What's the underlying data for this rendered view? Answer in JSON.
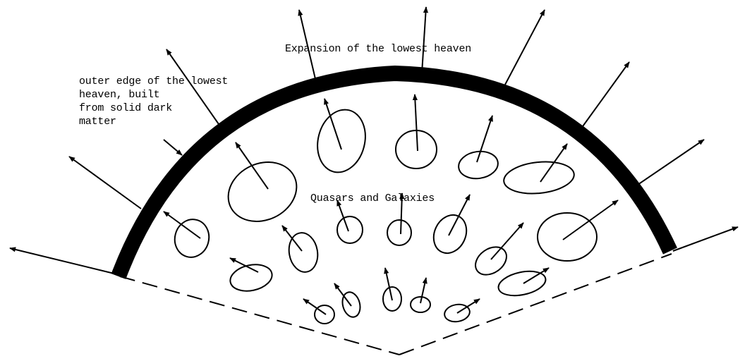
{
  "labels": {
    "expansion": "Expansion of the lowest heaven",
    "outer_edge_lines": [
      "outer edge of the lowest",
      "heaven, built",
      "from solid dark",
      "matter"
    ],
    "quasars": "Quasars and Galaxies"
  },
  "colors": {
    "ink": "#000000",
    "background": "#ffffff"
  }
}
